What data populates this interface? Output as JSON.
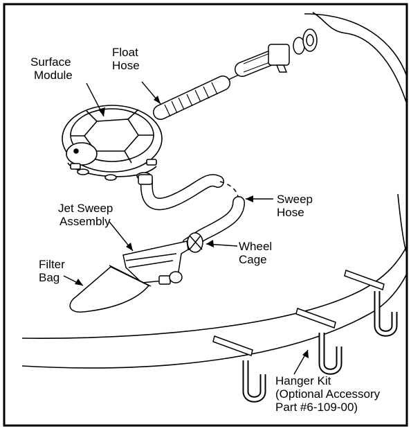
{
  "labels": {
    "surface_module": [
      "Surface",
      "Module"
    ],
    "float_hose": [
      "Float",
      "Hose"
    ],
    "sweep_hose": [
      "Sweep",
      "Hose"
    ],
    "jet_sweep": [
      "Jet Sweep",
      "Assembly"
    ],
    "wheel_cage": [
      "Wheel",
      "Cage"
    ],
    "filter_bag": [
      "Filter",
      "Bag"
    ],
    "hanger_kit": [
      "Hanger Kit",
      "(Optional Accessory",
      "Part #6-109-00)"
    ]
  },
  "colors": {
    "line": "#000000",
    "fill": "#ffffff",
    "shade": "#bdbdbd"
  }
}
